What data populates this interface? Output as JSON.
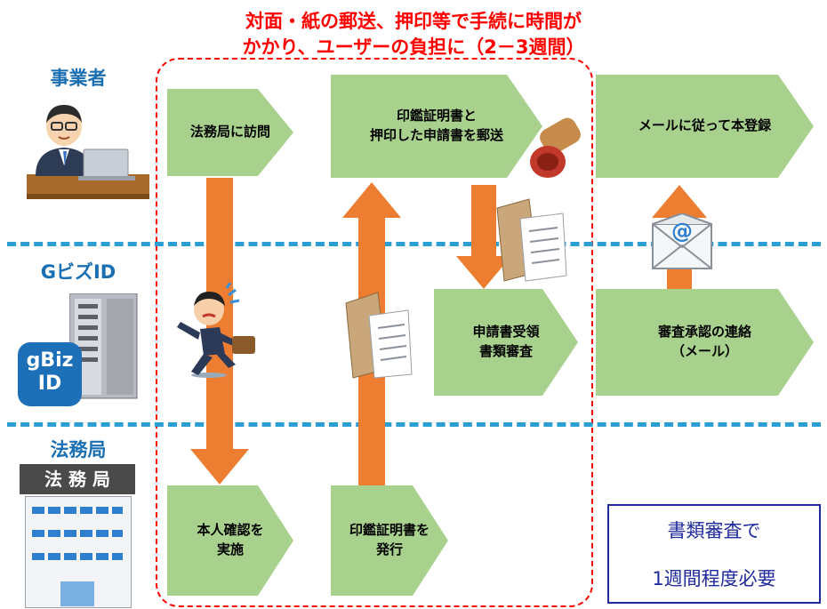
{
  "header": {
    "line1": "対面・紙の郵送、押印等で手続に時間が",
    "line2": "かかり、ユーザーの負担に（2－3週間）"
  },
  "roles": {
    "business": "事業者",
    "gbizid": "GビズID",
    "legal_bureau": "法務局"
  },
  "icons": {
    "gbiz_logo_line1": "gBiz",
    "gbiz_logo_line2": "ID",
    "bureau_sign": "法 務 局",
    "email_at": "@"
  },
  "steps": {
    "visit": "法務局に訪問",
    "mail_line1": "印鑑証明書と",
    "mail_line2": "押印した申請書を郵送",
    "register": "メールに従って本登録",
    "receive_line1": "申請書受領",
    "receive_line2": "書類審査",
    "notify_line1": "審査承認の連絡",
    "notify_line2": "（メール）",
    "identity_line1": "本人確認を",
    "identity_line2": "実施",
    "issue_line1": "印鑑証明書を",
    "issue_line2": "発行"
  },
  "note": {
    "line1": "書類審査で",
    "line2": "1週間程度必要"
  },
  "colors": {
    "step_fill": "#a9d18e",
    "arrow": "#ed7d31",
    "lane_divider": "#2b9fd4",
    "highlight_border": "#ff0000",
    "role_text": "#1a6fb3",
    "note_border": "#1f2a9c"
  }
}
